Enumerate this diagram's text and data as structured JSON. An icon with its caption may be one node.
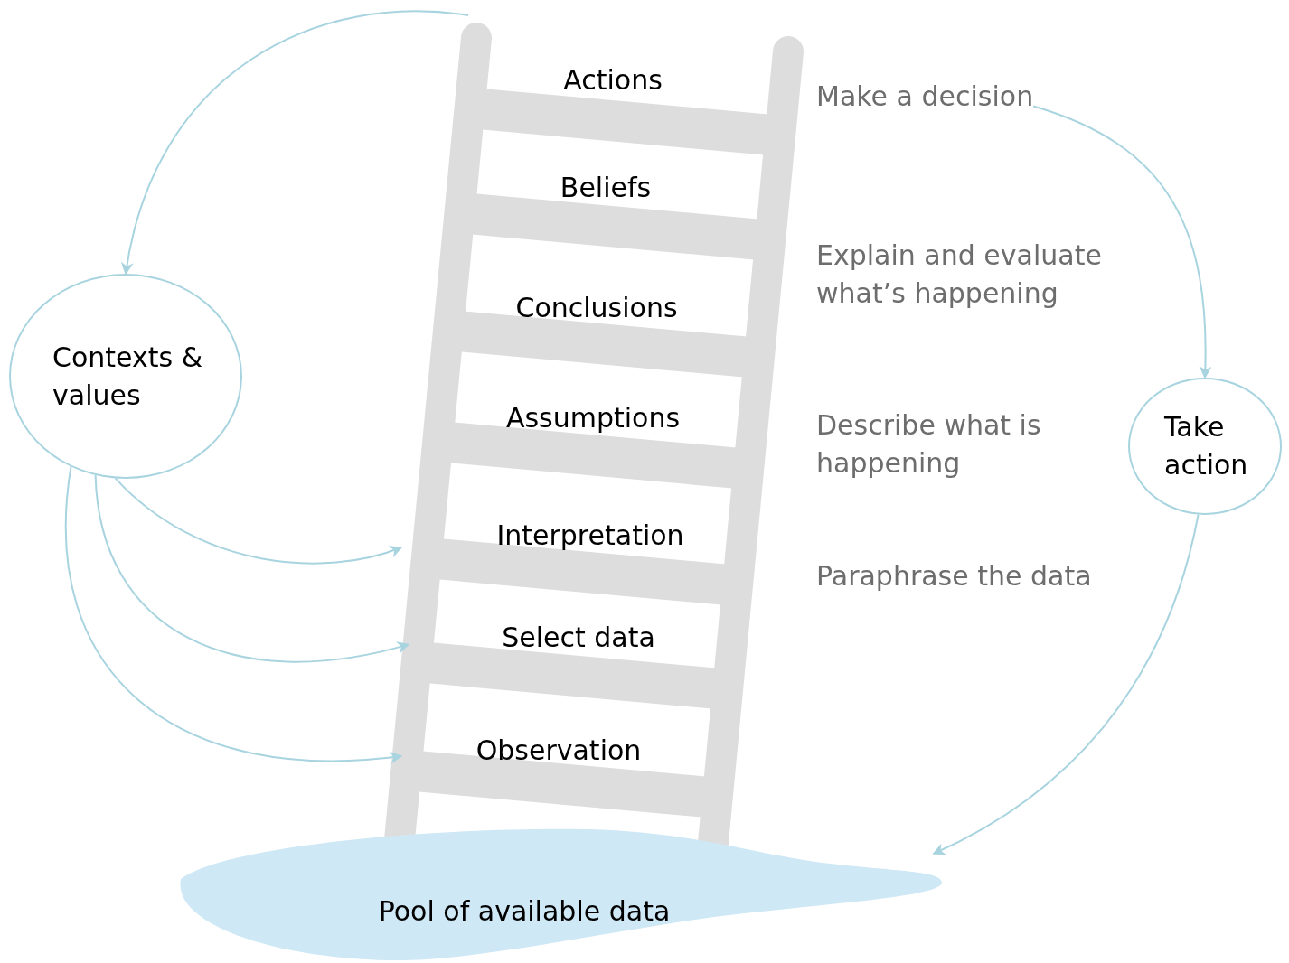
{
  "diagram": {
    "nodes": [
      {
        "text": [
          "Actions"
        ]
      },
      {
        "text": [
          "Beliefs"
        ]
      },
      {
        "text": [
          "Conclusions"
        ]
      },
      {
        "text": [
          "Assumptions"
        ]
      },
      {
        "text": [
          "Interpretation"
        ]
      },
      {
        "text": [
          "Select data"
        ]
      },
      {
        "text": [
          "Observation"
        ]
      },
      {
        "text": [
          "Contexts & values"
        ]
      },
      {
        "text": [
          "Take action"
        ]
      },
      {
        "text": [
          "Pool of available data"
        ]
      },
      {
        "text": [
          "Make a decision"
        ]
      }
    ],
    "edges": [
      {
        "from": null,
        "to": 7,
        "arrow": "to"
      },
      {
        "from": 7,
        "to": 4,
        "arrow": "to"
      },
      {
        "from": 7,
        "to": 5,
        "arrow": "to"
      },
      {
        "from": 7,
        "to": 6,
        "arrow": "to"
      },
      {
        "from": 10,
        "to": 8,
        "arrow": "to"
      },
      {
        "from": 8,
        "to": 9,
        "arrow": "to"
      }
    ],
    "labels": [
      "Explain and evaluate what’s happening",
      "Describe what is happening",
      "Paraphrase the data"
    ]
  }
}
